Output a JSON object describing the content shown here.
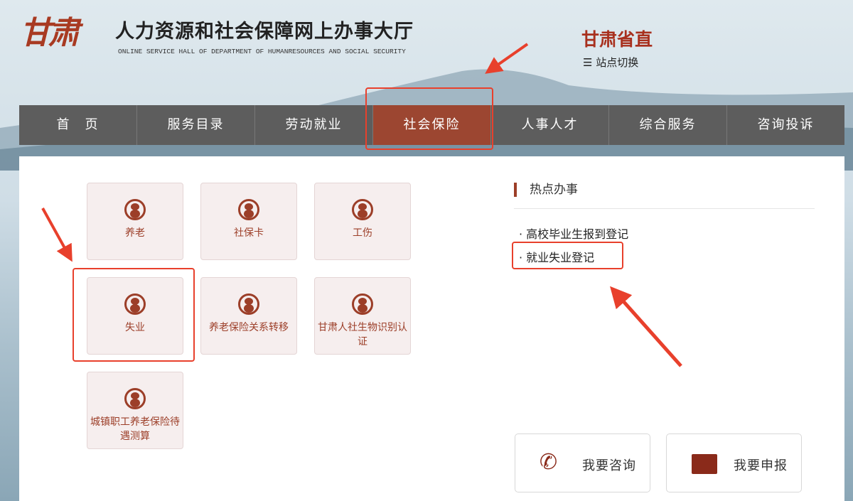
{
  "header": {
    "logo": "甘肃",
    "title": "人力资源和社会保障网上办事大厅",
    "subtitle": "ONLINE SERVICE HALL OF DEPARTMENT OF HUMANRESOURCES AND SOCIAL SECURITY",
    "province": "甘肃省直",
    "switch_label": "站点切换"
  },
  "nav": [
    "首　页",
    "服务目录",
    "劳动就业",
    "社会保险",
    "人事人才",
    "综合服务",
    "咨询投诉"
  ],
  "tiles": [
    "养老",
    "社保卡",
    "工伤",
    "失业",
    "养老保险关系转移",
    "甘肃人社生物识别认证",
    "城镇职工养老保险待遇测算"
  ],
  "hot": {
    "title": "热点办事",
    "items": [
      "高校毕业生报到登记",
      "就业失业登记"
    ]
  },
  "buttons": {
    "consult": "我要咨询",
    "declare": "我要申报"
  },
  "colors": {
    "accent": "#9c4631",
    "nav": "#5d5d5d",
    "annotation": "#e8402c"
  }
}
